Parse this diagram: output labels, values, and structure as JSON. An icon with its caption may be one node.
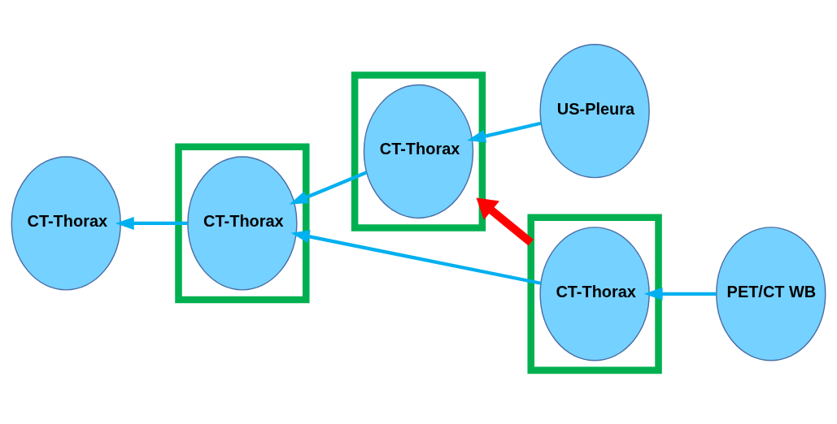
{
  "diagram": {
    "nodes": [
      {
        "text": [],
        "shape": "box"
      },
      {
        "text": [
          "CT-Thorax"
        ],
        "in": 0
      },
      {
        "text": [
          "US-Pleura"
        ]
      },
      {
        "text": [
          "CT-Thorax"
        ]
      },
      {
        "text": [],
        "shape": "box"
      },
      {
        "text": [
          "CT-Thorax"
        ],
        "in": 4
      },
      {
        "text": [],
        "shape": "box"
      },
      {
        "text": [
          "CT-Thorax"
        ],
        "in": 6
      },
      {
        "text": [
          "PET/CT WB"
        ]
      }
    ],
    "edges": [
      {
        "from": 2,
        "to": 1,
        "arrow": "to"
      },
      {
        "from": 1,
        "to": 5,
        "arrow": "to"
      },
      {
        "from": 5,
        "to": 3,
        "arrow": "to"
      },
      {
        "from": 7,
        "to": 5,
        "arrow": "to"
      },
      {
        "from": 8,
        "to": 7,
        "arrow": "to"
      },
      {
        "from": 6,
        "to": 0,
        "arrow": "to",
        "style": "thick",
        "color": "#ff0000"
      }
    ]
  }
}
